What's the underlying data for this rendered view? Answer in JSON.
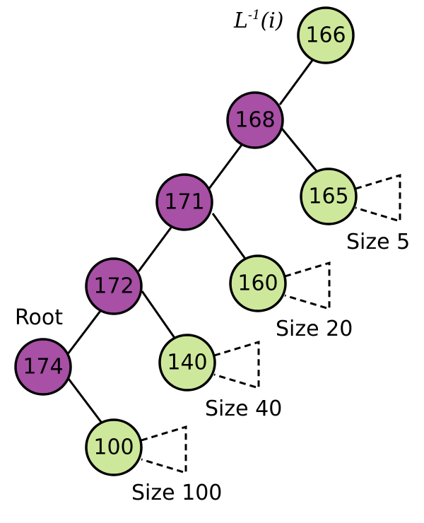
{
  "math_label": {
    "base": "L",
    "sup": "-1",
    "arg": "(i)"
  },
  "root_label": "Root",
  "nodes": {
    "n166": {
      "value": "166",
      "kind": "leaf-path",
      "color": "#cde89a"
    },
    "n168": {
      "value": "168",
      "kind": "path",
      "color": "#a84fa6"
    },
    "n165": {
      "value": "165",
      "kind": "leaf-path",
      "color": "#cde89a"
    },
    "n171": {
      "value": "171",
      "kind": "path",
      "color": "#a84fa6"
    },
    "n160": {
      "value": "160",
      "kind": "leaf-path",
      "color": "#cde89a"
    },
    "n172": {
      "value": "172",
      "kind": "path",
      "color": "#a84fa6"
    },
    "n140": {
      "value": "140",
      "kind": "leaf-path",
      "color": "#cde89a"
    },
    "n174": {
      "value": "174",
      "kind": "path",
      "color": "#a84fa6"
    },
    "n100": {
      "value": "100",
      "kind": "leaf-path",
      "color": "#cde89a"
    }
  },
  "subtrees": {
    "s165": "Size 5",
    "s160": "Size 20",
    "s140": "Size 40",
    "s100": "Size 100"
  }
}
